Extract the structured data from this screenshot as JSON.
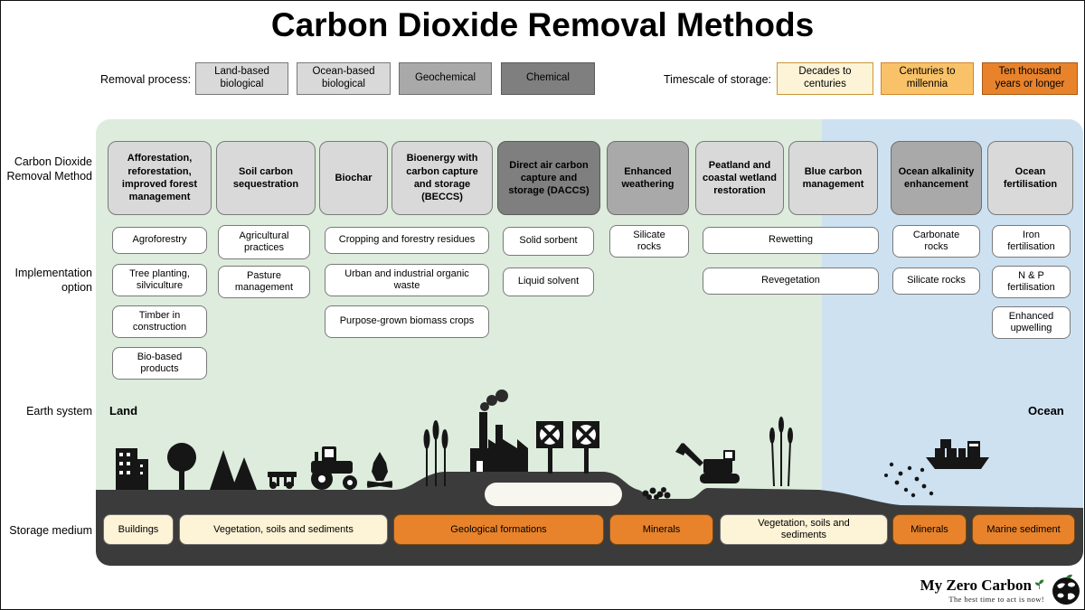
{
  "title": "Carbon Dioxide Removal Methods",
  "legend": {
    "removal_process_label": "Removal process:",
    "removal_processes": [
      {
        "label": "Land-based biological",
        "color": "#d9d9d9"
      },
      {
        "label": "Ocean-based biological",
        "color": "#d9d9d9"
      },
      {
        "label": "Geochemical",
        "color": "#a9a9a9"
      },
      {
        "label": "Chemical",
        "color": "#7f7f7f"
      }
    ],
    "timescale_label": "Timescale of storage:",
    "timescales": [
      {
        "label": "Decades to centuries",
        "color": "#fdf3d6"
      },
      {
        "label": "Centuries to millennia",
        "color": "#f9c268"
      },
      {
        "label": "Ten thousand years or longer",
        "color": "#e8832c"
      }
    ]
  },
  "row_labels": {
    "method": "Carbon Dioxide Removal Method",
    "implementation": "Implementation option",
    "earth_system": "Earth system",
    "storage": "Storage medium"
  },
  "methods": [
    {
      "label": "Afforestation, reforestation, improved forest management",
      "category": "land-based biological"
    },
    {
      "label": "Soil carbon sequestration",
      "category": "land-based biological"
    },
    {
      "label": "Biochar",
      "category": "land-based biological"
    },
    {
      "label": "Bioenergy with carbon capture and storage (BECCS)",
      "category": "land-based biological"
    },
    {
      "label": "Direct air carbon capture and storage (DACCS)",
      "category": "chemical"
    },
    {
      "label": "Enhanced weathering",
      "category": "geochemical"
    },
    {
      "label": "Peatland and coastal wetland restoration",
      "category": "land-based biological"
    },
    {
      "label": "Blue carbon management",
      "category": "ocean-based biological"
    },
    {
      "label": "Ocean alkalinity enhancement",
      "category": "geochemical"
    },
    {
      "label": "Ocean fertilisation",
      "category": "ocean-based biological"
    }
  ],
  "implementation_options": [
    {
      "label": "Agroforestry"
    },
    {
      "label": "Tree planting, silviculture"
    },
    {
      "label": "Timber in construction"
    },
    {
      "label": "Bio-based products"
    },
    {
      "label": "Agricultural practices"
    },
    {
      "label": "Pasture management"
    },
    {
      "label": "Cropping and forestry residues"
    },
    {
      "label": "Urban and industrial organic waste"
    },
    {
      "label": "Purpose-grown biomass crops"
    },
    {
      "label": "Solid sorbent"
    },
    {
      "label": "Liquid solvent"
    },
    {
      "label": "Silicate rocks"
    },
    {
      "label": "Rewetting"
    },
    {
      "label": "Revegetation"
    },
    {
      "label": "Carbonate rocks"
    },
    {
      "label": "Silicate rocks"
    },
    {
      "label": "Iron fertilisation"
    },
    {
      "label": "N & P fertilisation"
    },
    {
      "label": "Enhanced upwelling"
    }
  ],
  "earth_system": {
    "land_label": "Land",
    "ocean_label": "Ocean",
    "land_color": "#ddecdc",
    "ocean_color": "#cde1f1",
    "ground_color": "#3b3b3b"
  },
  "scene_icons": [
    "building-icon",
    "tree-icon",
    "conifer-icon",
    "harrow-icon",
    "tractor-icon",
    "fire-icon",
    "wheat-icon",
    "factory-icon",
    "dac-fan-icon",
    "geological-blob",
    "gravel-icon",
    "excavator-icon",
    "reeds-icon",
    "sediment-dots-icon",
    "ship-icon"
  ],
  "storage_media": [
    {
      "label": "Buildings",
      "color": "#fdf3d6"
    },
    {
      "label": "Vegetation, soils and sediments",
      "color": "#fdf3d6"
    },
    {
      "label": "Geological formations",
      "color": "#e8832c"
    },
    {
      "label": "Minerals",
      "color": "#e8832c"
    },
    {
      "label": "Vegetation, soils and sediments",
      "color": "#fdf3d6"
    },
    {
      "label": "Minerals",
      "color": "#e8832c"
    },
    {
      "label": "Marine sediment",
      "color": "#e8832c"
    }
  ],
  "logo": {
    "brand": "My Zero Carbon",
    "tagline": "The best time to act is now!"
  }
}
